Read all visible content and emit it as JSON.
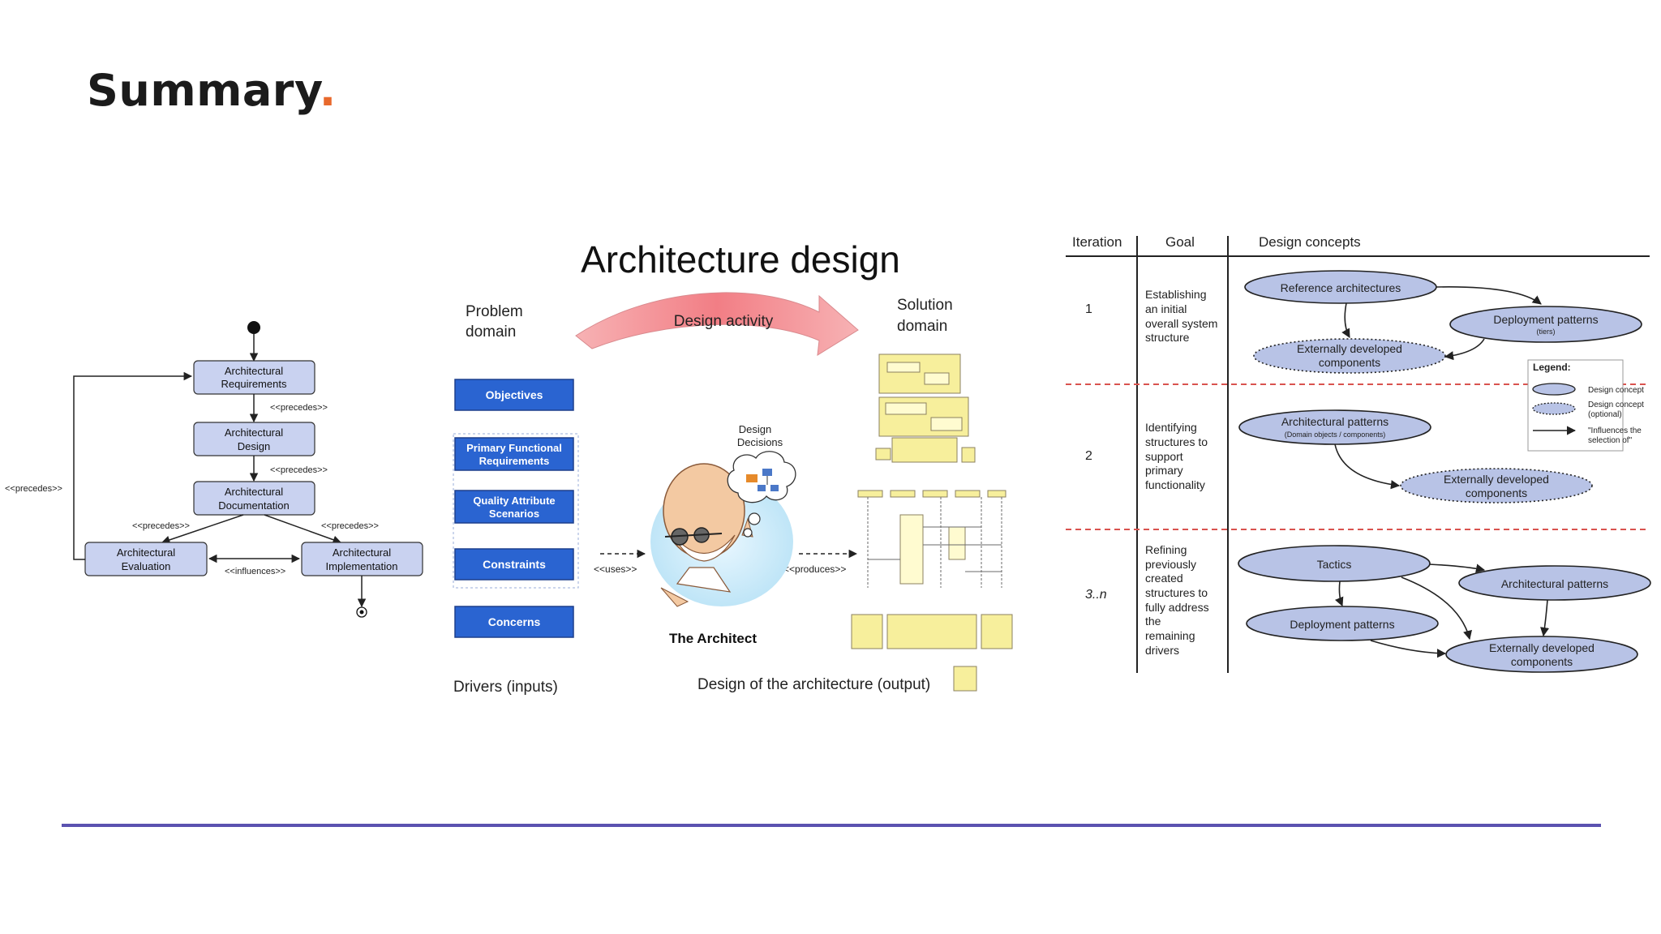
{
  "slide": {
    "title": "Summary",
    "title_dot": ".",
    "accent_color": "#e8692c",
    "rule_color": "#5b52b0"
  },
  "lifecycle": {
    "requirements": [
      "Architectural",
      "Requirements"
    ],
    "design": [
      "Architectural",
      "Design"
    ],
    "documentation": [
      "Architectural",
      "Documentation"
    ],
    "evaluation": [
      "Architectural",
      "Evaluation"
    ],
    "implementation": [
      "Architectural",
      "Implementation"
    ],
    "precedes": "<<precedes>>",
    "influences": "<<influences>>"
  },
  "design_overview": {
    "title": "Architecture design",
    "problem_domain": [
      "Problem",
      "domain"
    ],
    "solution_domain": [
      "Solution",
      "domain"
    ],
    "design_activity": "Design activity",
    "drivers": [
      [
        "Objectives"
      ],
      [
        "Primary Functional",
        "Requirements"
      ],
      [
        "Quality Attribute",
        "Scenarios"
      ],
      [
        "Constraints"
      ],
      [
        "Concerns"
      ]
    ],
    "uses": "<<uses>>",
    "produces": "<<produces>>",
    "design_decisions": [
      "Design",
      "Decisions"
    ],
    "architect": "The Architect",
    "drivers_caption": "Drivers (inputs)",
    "output_caption": "Design of the architecture (output)"
  },
  "iterations": {
    "headers": {
      "iteration": "Iteration",
      "goal": "Goal",
      "concepts": "Design concepts"
    },
    "rows": [
      {
        "id": "1",
        "goal": [
          "Establishing",
          "an initial",
          "overall system",
          "structure"
        ]
      },
      {
        "id": "2",
        "goal": [
          "Identifying",
          "structures to",
          "support",
          "primary",
          "functionality"
        ]
      },
      {
        "id": "3..n",
        "goal": [
          "Refining",
          "previously",
          "created",
          "structures to",
          "fully address",
          "the",
          "remaining",
          "drivers"
        ]
      }
    ],
    "concepts": {
      "reference_architectures": "Reference architectures",
      "deployment_patterns": "Deployment patterns",
      "tiers": "(tiers)",
      "externally_developed": [
        "Externally developed",
        "components"
      ],
      "architectural_patterns": "Architectural patterns",
      "domain_objects": "(Domain objects / components)",
      "tactics": "Tactics"
    },
    "legend": {
      "title": "Legend:",
      "design_concept": "Design concept",
      "optional": [
        "Design concept",
        "(optional)"
      ],
      "influences": [
        "\"Influences the",
        "selection of\""
      ]
    }
  }
}
